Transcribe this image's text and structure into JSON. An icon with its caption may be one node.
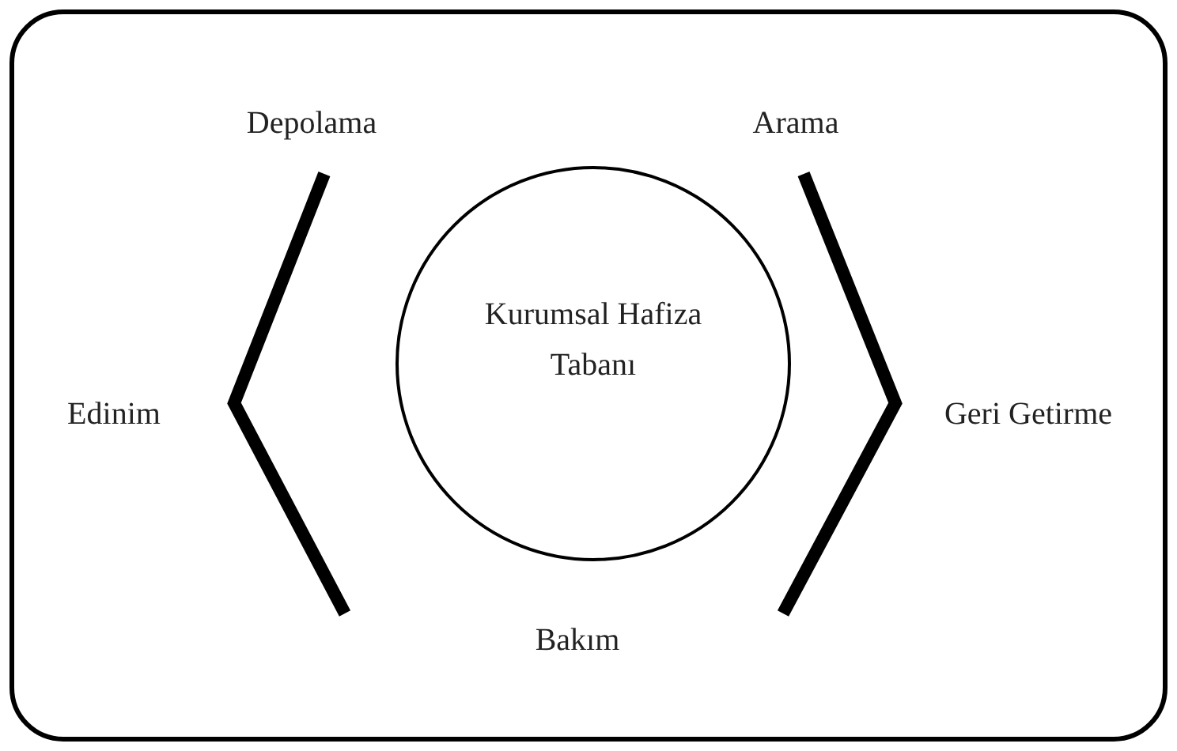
{
  "diagram": {
    "nodes": [
      {
        "text": [
          "Kurumsal Hafiza Tabanı"
        ]
      }
    ],
    "labels": [
      "Depolama",
      "Arama",
      "Edinim",
      "Geri Getirme",
      "Bakım"
    ]
  }
}
